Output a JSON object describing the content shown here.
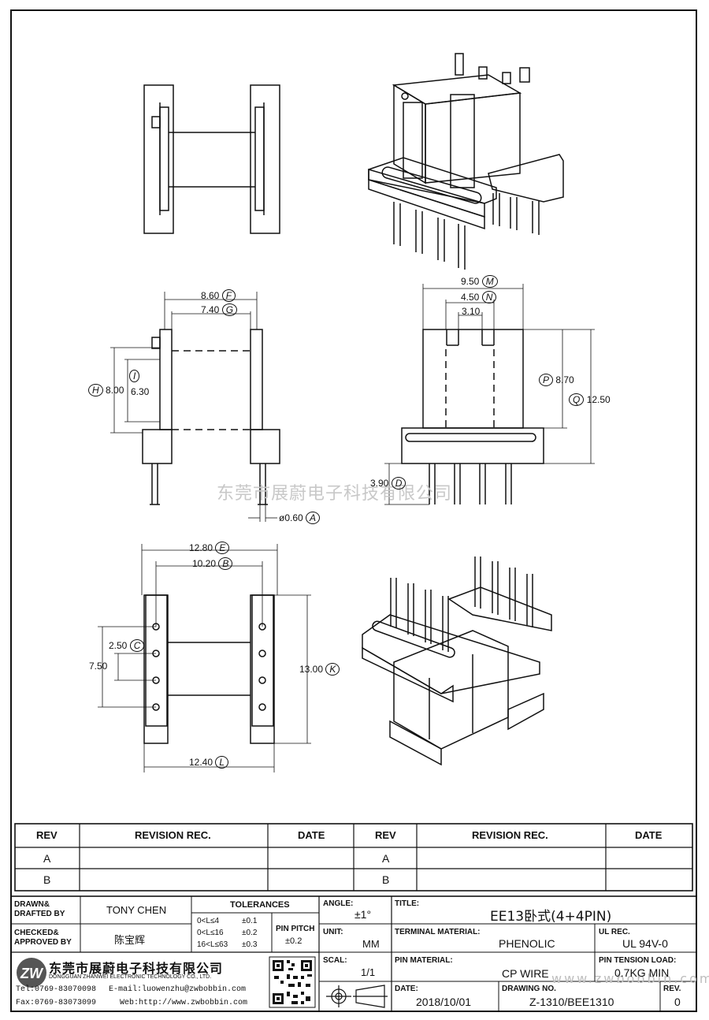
{
  "watermark_cn": "东莞市展蔚电子科技有限公司",
  "watermark_url": "www.zwbobbin.com",
  "dimensions": {
    "front_top": [
      {
        "value": "8.60",
        "label": "F"
      },
      {
        "value": "7.40",
        "label": "G"
      }
    ],
    "front_left": [
      {
        "value": "8.00",
        "label": "H"
      },
      {
        "value": "6.30",
        "label": "I"
      }
    ],
    "pin_dia": {
      "value": "ø0.60",
      "label": "A"
    },
    "side_top": [
      {
        "value": "9.50",
        "label": "M"
      },
      {
        "value": "4.50",
        "label": "N"
      },
      {
        "value": "3.10",
        "label": ""
      }
    ],
    "side_right": [
      {
        "value": "8.70",
        "label": "P"
      },
      {
        "value": "12.50",
        "label": "Q"
      }
    ],
    "side_pin": {
      "value": "3.90",
      "label": "D"
    },
    "bottom_top": [
      {
        "value": "12.80",
        "label": "E"
      },
      {
        "value": "10.20",
        "label": "B"
      }
    ],
    "bottom_left": [
      {
        "value": "7.50",
        "label": ""
      },
      {
        "value": "2.50",
        "label": "C"
      }
    ],
    "bottom_right": {
      "value": "13.00",
      "label": "K"
    },
    "bottom_bottom": {
      "value": "12.40",
      "label": "L"
    }
  },
  "revision_table": {
    "headers": [
      "REV",
      "REVISION REC.",
      "DATE",
      "REV",
      "REVISION REC.",
      "DATE"
    ],
    "rows": [
      [
        "A",
        "",
        "",
        "A",
        "",
        ""
      ],
      [
        "B",
        "",
        "",
        "B",
        "",
        ""
      ]
    ]
  },
  "title_block": {
    "drawn_label": "DRAWN&\nDRAFTED BY",
    "drawn_value": "TONY CHEN",
    "checked_label": "CHECKED&\nAPPROVED BY",
    "checked_value": "陈宝辉",
    "tolerances_label": "TOLERANCES",
    "tol_rows": [
      [
        "0<L≤4",
        "±0.1"
      ],
      [
        "0<L≤16",
        "±0.2"
      ],
      [
        "16<L≤63",
        "±0.3"
      ]
    ],
    "pin_pitch_label": "PIN PITCH",
    "pin_pitch_value": "±0.2",
    "angle_label": "ANGLE:",
    "angle_value": "±1°",
    "unit_label": "UNIT:",
    "unit_value": "MM",
    "scale_label": "SCAL:",
    "scale_value": "1/1",
    "title_label": "TITLE:",
    "title_value": "EE13卧式(4+4PIN)",
    "terminal_label": "TERMINAL MATERIAL:",
    "terminal_value": "PHENOLIC",
    "ul_label": "UL REC.",
    "ul_value": "UL 94V-0",
    "pin_material_label": "PIN MATERIAL:",
    "pin_material_value": "CP WIRE",
    "pin_tension_label": "PIN TENSION LOAD:",
    "pin_tension_value": "0.7KG MIN",
    "date_label": "DATE:",
    "date_value": "2018/10/01",
    "drawing_no_label": "DRAWING NO.",
    "drawing_no_value": "Z-1310/BEE1310",
    "rev_label": "REV.",
    "rev_value": "0",
    "company_cn": "东莞市展蔚电子科技有限公司",
    "company_en": "DONGGUAN ZHANWEI ELECTRONIC TECHNOLOGY CO., LTD.",
    "tel": "Tel:0769-83070098",
    "email": "E-mail:luowenzhu@zwbobbin.com",
    "fax": "Fax:0769-83073099",
    "web": "Web:http://www.zwbobbin.com"
  }
}
